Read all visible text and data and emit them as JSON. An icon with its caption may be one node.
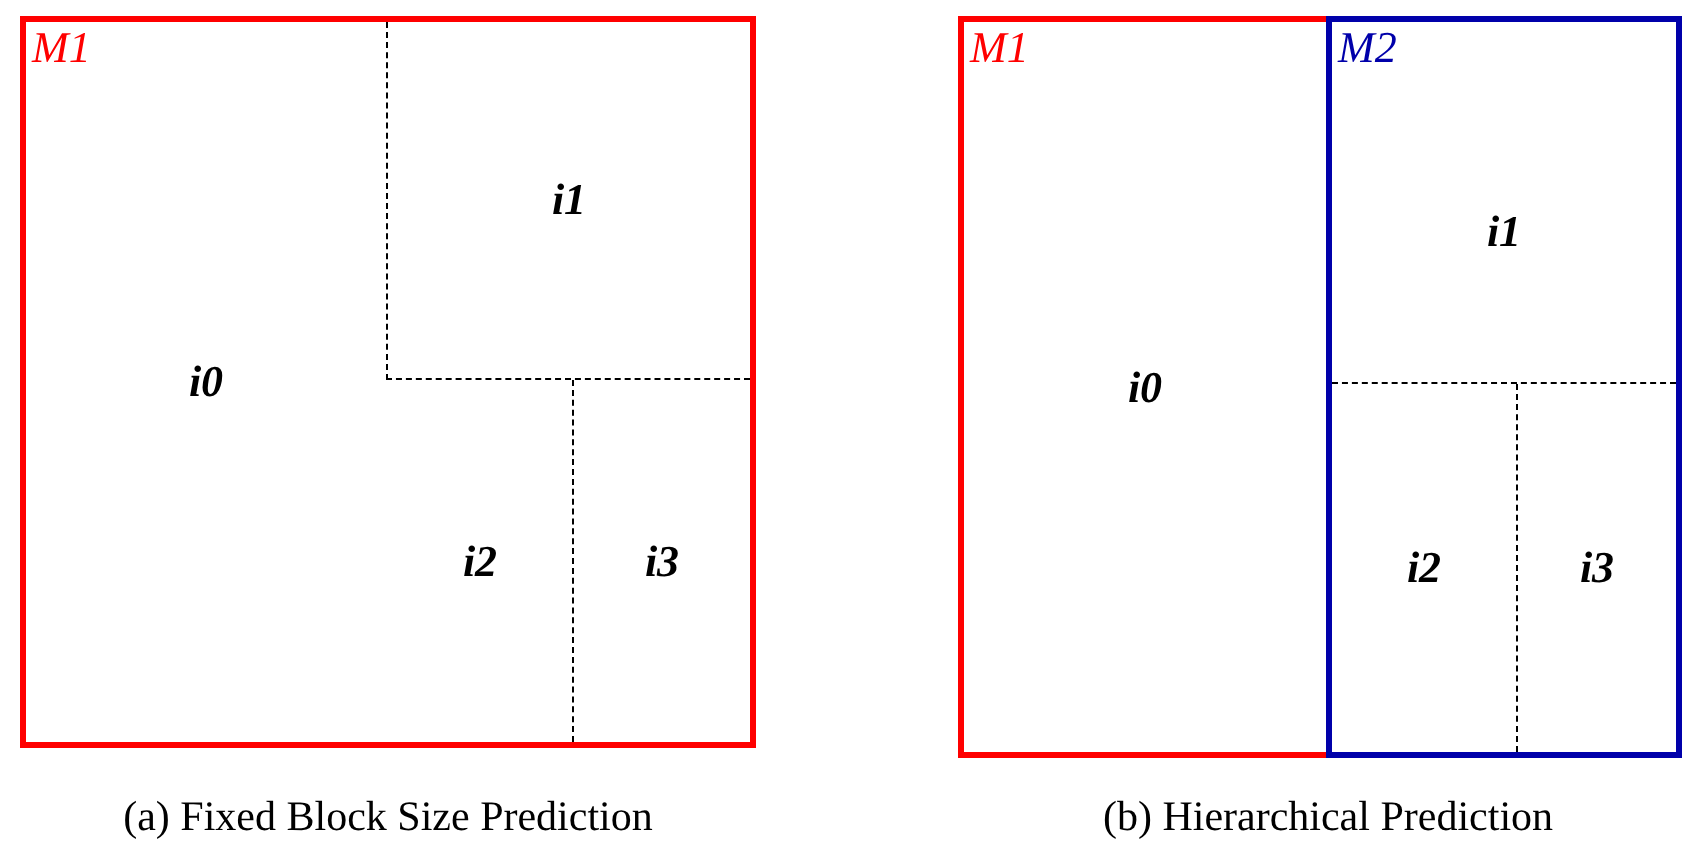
{
  "diagram": {
    "nodes": [
      {
        "text": [
          "M1"
        ]
      },
      {
        "text": [
          "i0"
        ],
        "in": 0
      },
      {
        "text": [
          "i1"
        ],
        "in": 0
      },
      {
        "text": [
          "i2"
        ],
        "in": 0
      },
      {
        "text": [
          "i3"
        ],
        "in": 0
      },
      {
        "text": [
          "M1"
        ]
      },
      {
        "text": [
          "i0"
        ],
        "in": 5
      },
      {
        "text": [
          "M2"
        ]
      },
      {
        "text": [
          "i1"
        ],
        "in": 7
      },
      {
        "text": [
          "i2"
        ],
        "in": 7
      },
      {
        "text": [
          "i3"
        ],
        "in": 7
      }
    ],
    "labels": [
      "(a) Fixed Block Size Prediction",
      "(b) Hierarchical Prediction"
    ]
  }
}
